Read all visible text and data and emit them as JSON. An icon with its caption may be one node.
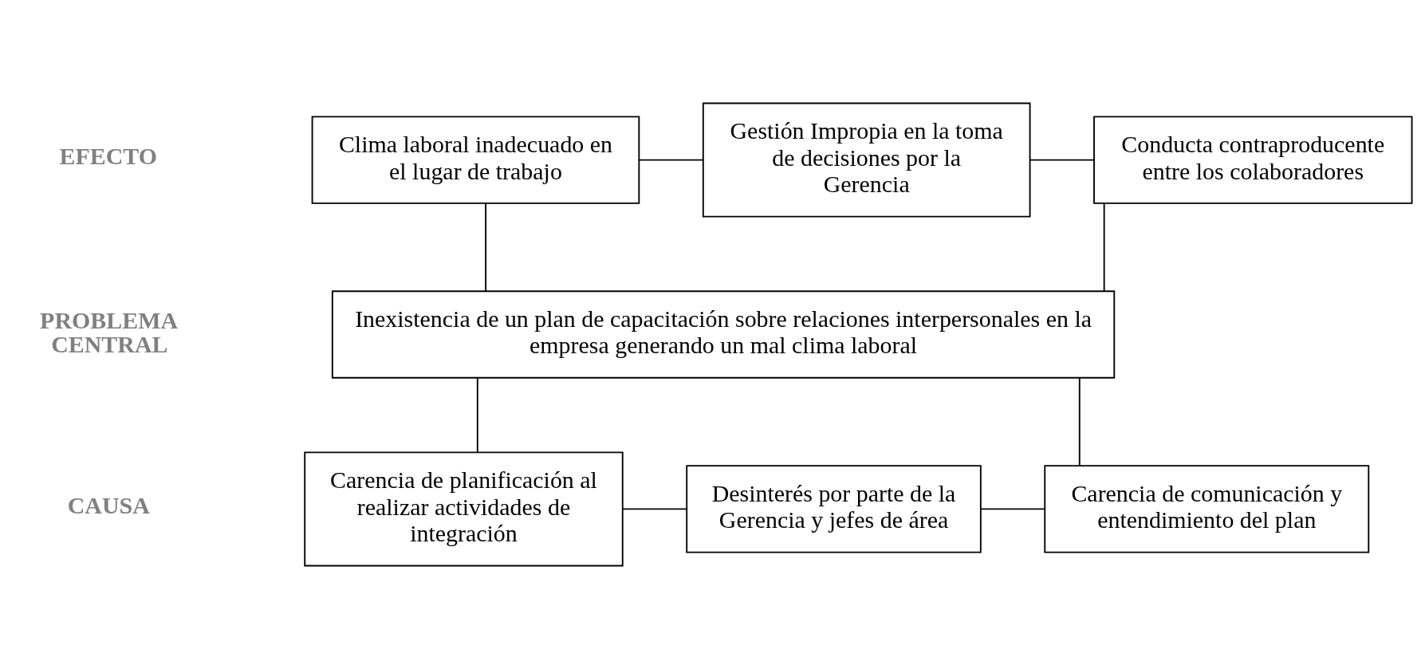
{
  "diagram": {
    "nodes": [
      {
        "text": [
          "Clima laboral inadecuado en el lugar de trabajo"
        ]
      },
      {
        "text": [
          "Gestión Impropia en la toma de decisiones por la Gerencia"
        ]
      },
      {
        "text": [
          "Conducta contraproducente entre los colaboradores"
        ]
      },
      {
        "text": [
          "Inexistencia de un plan de capacitación sobre relaciones interpersonales en la empresa generando un mal clima laboral"
        ]
      },
      {
        "text": [
          "Carencia de planificación al realizar actividades de integración"
        ]
      },
      {
        "text": [
          "Desinterés por parte de la Gerencia y jefes de área"
        ]
      },
      {
        "text": [
          "Carencia de comunicación y entendimiento del plan"
        ]
      }
    ],
    "edges": [
      {
        "from": 0,
        "to": 1,
        "arrow": "none"
      },
      {
        "from": 1,
        "to": 2,
        "arrow": "none"
      },
      {
        "from": 0,
        "to": 3,
        "arrow": "none"
      },
      {
        "from": 2,
        "to": 3,
        "arrow": "none"
      },
      {
        "from": 3,
        "to": 4,
        "arrow": "none"
      },
      {
        "from": 3,
        "to": 6,
        "arrow": "none"
      },
      {
        "from": 4,
        "to": 5,
        "arrow": "none"
      },
      {
        "from": 5,
        "to": 6,
        "arrow": "none"
      }
    ],
    "labels": [
      "EFECTO",
      "PROBLEMA CENTRAL",
      "CAUSA"
    ]
  }
}
